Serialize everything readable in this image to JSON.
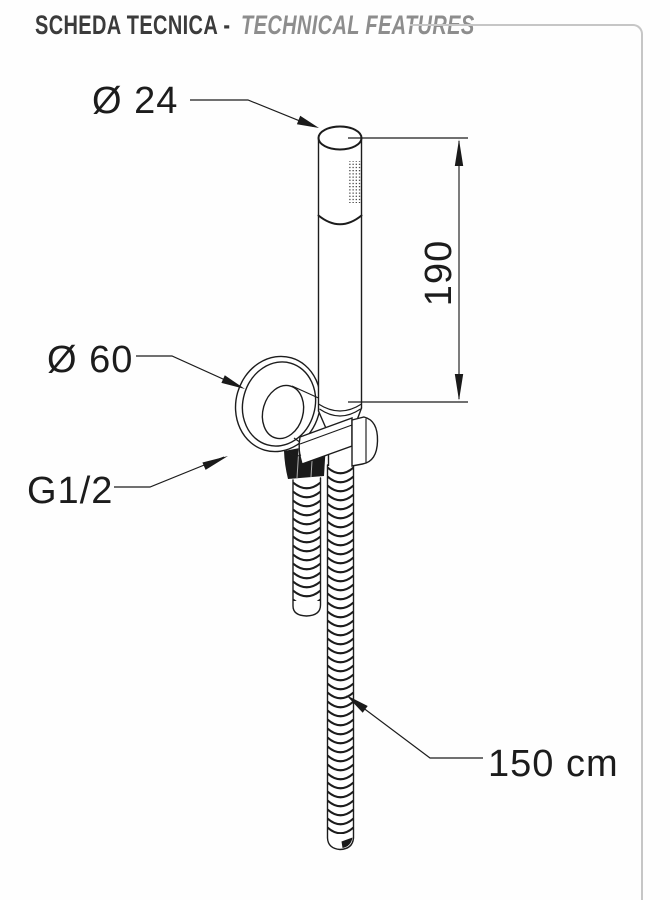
{
  "header": {
    "title_primary": "SCHEDA TECNICA -",
    "title_secondary": "TECHNICAL FEATURES"
  },
  "drawing": {
    "labels": {
      "wand_diameter": "Ø 24",
      "wand_length": "190",
      "flange_diameter": "Ø 60",
      "thread_size": "G1/2",
      "hose_length": "150 cm"
    }
  },
  "colors": {
    "line": "#1c1c1c",
    "frame": "#c6c6c6",
    "title_primary": "#3b3b3b",
    "title_secondary": "#8d8d8d"
  }
}
